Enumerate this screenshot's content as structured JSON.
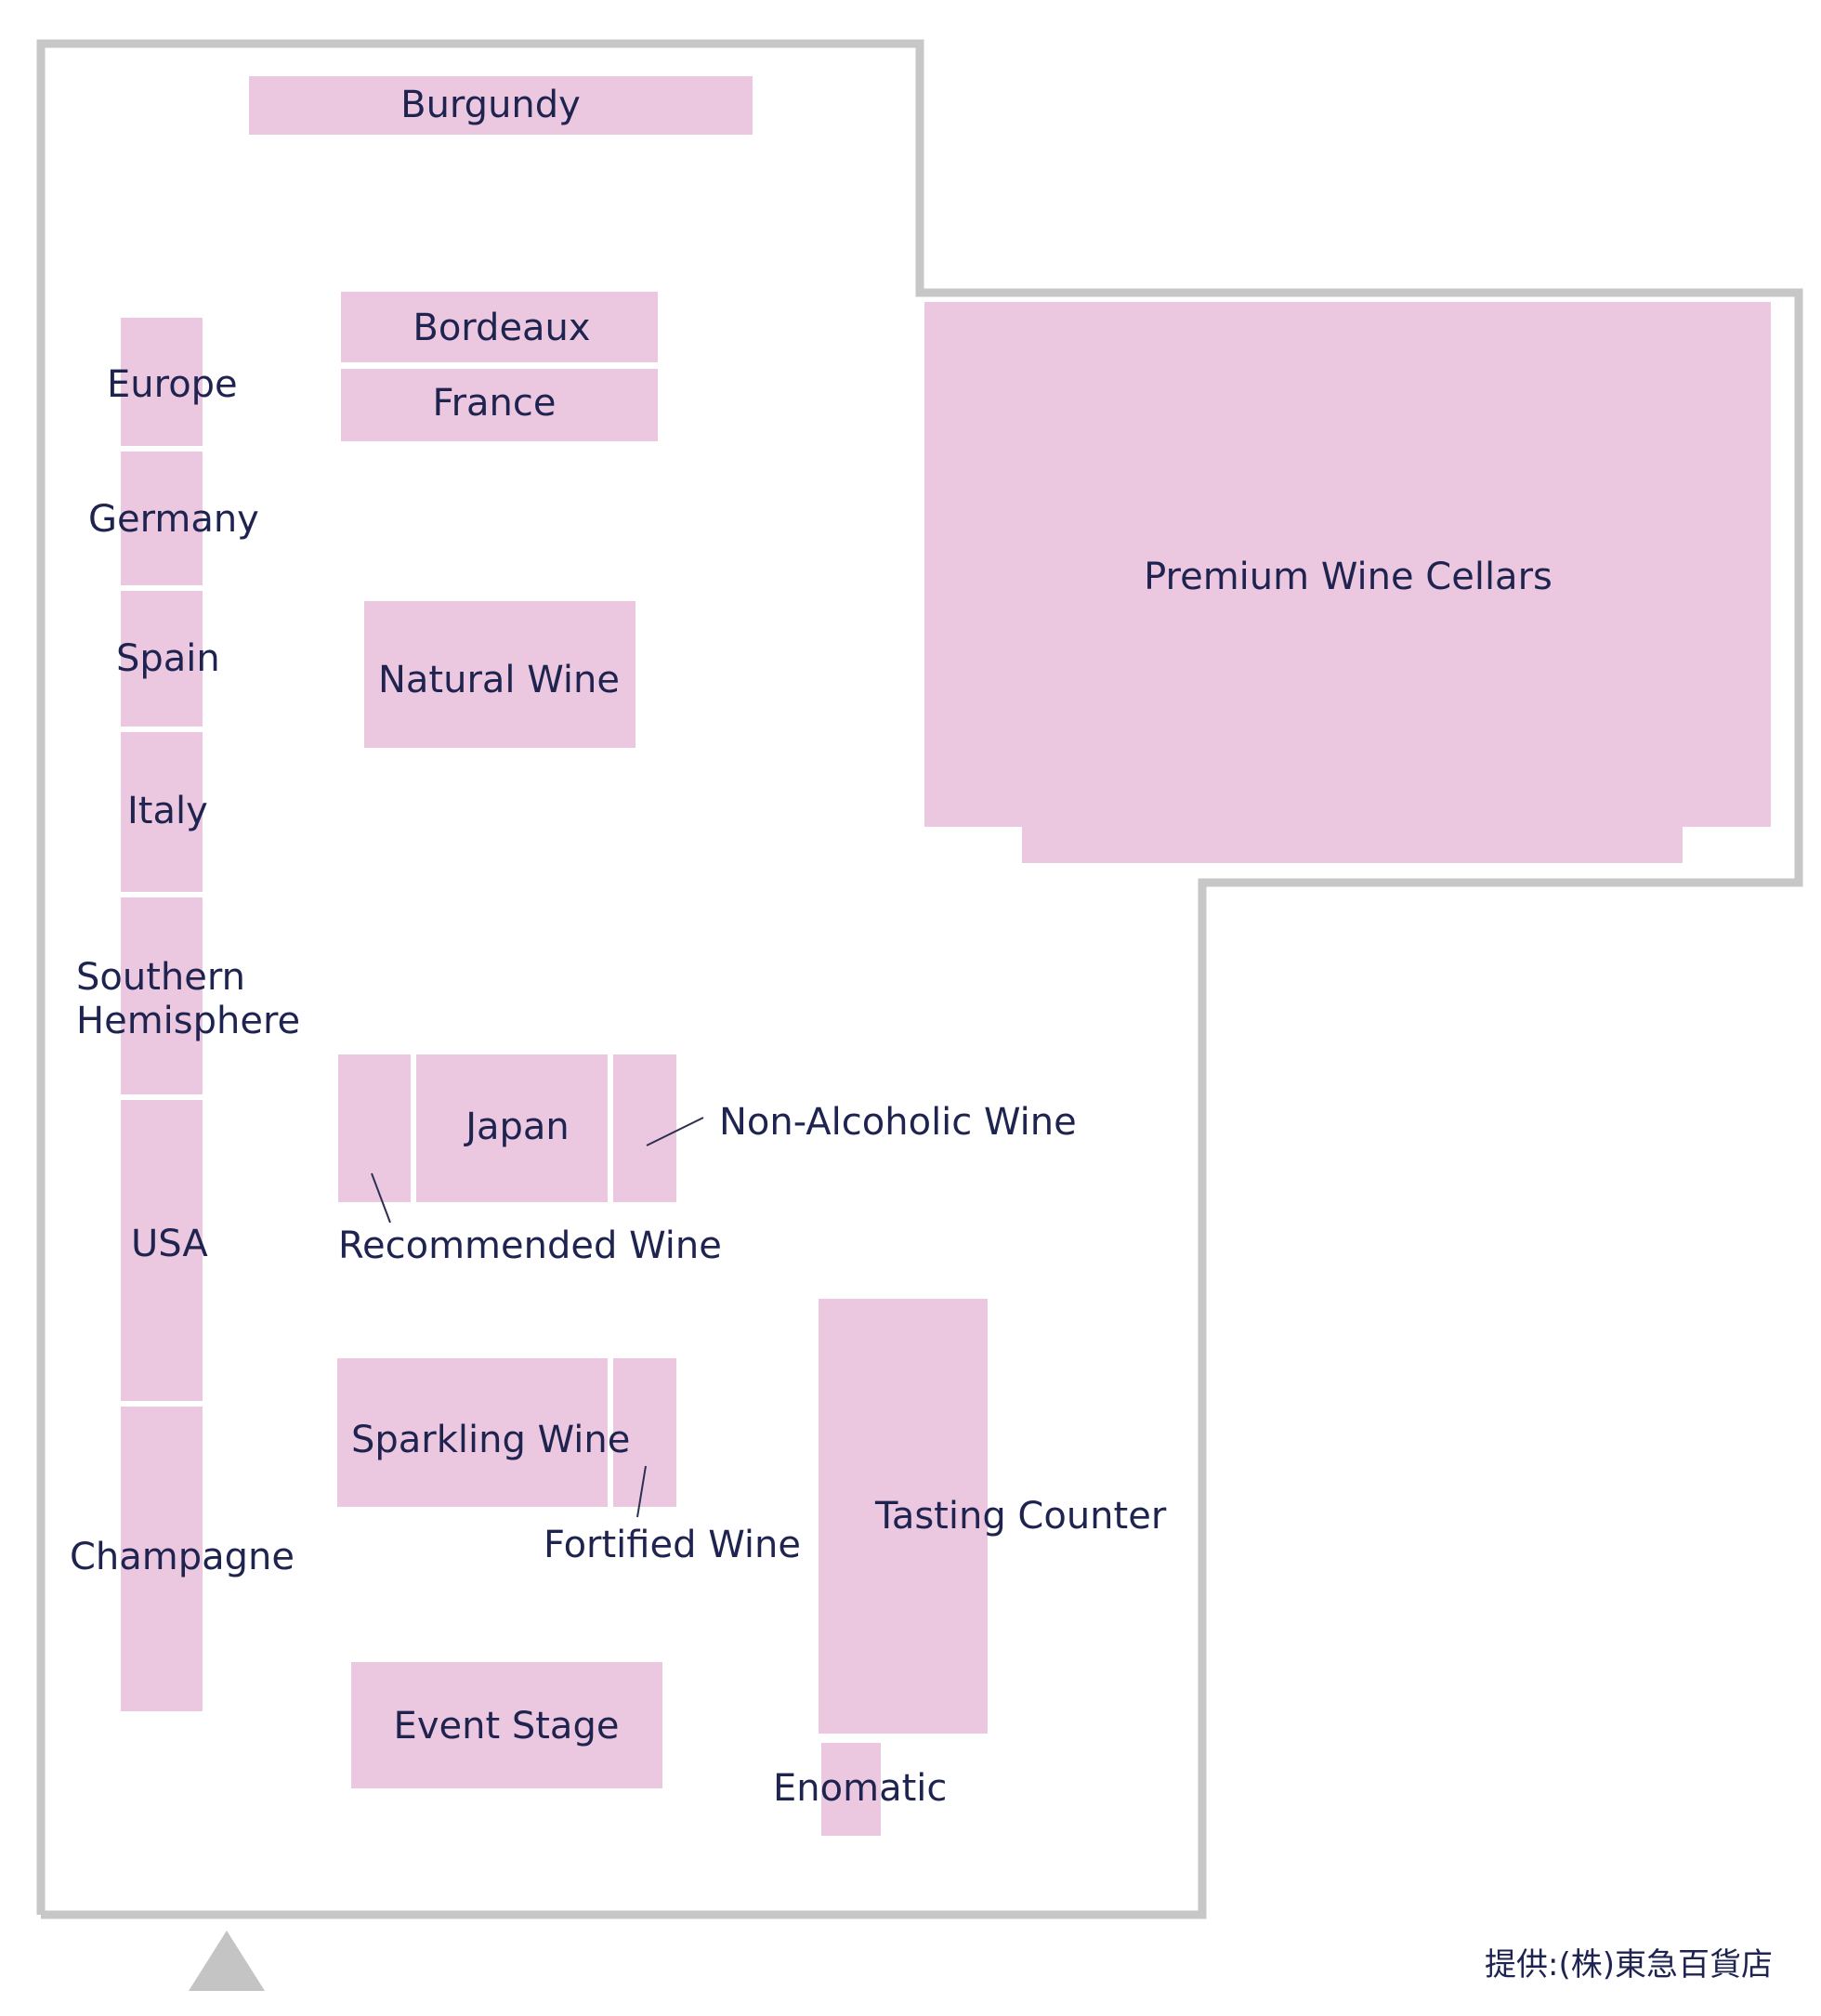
{
  "floor_plan": {
    "zones": {
      "burgundy": "Burgundy",
      "bordeaux": "Bordeaux",
      "france": "France",
      "natural_wine": "Natural Wine",
      "premium_wine_cellars": "Premium Wine Cellars",
      "europe": "Europe",
      "germany": "Germany",
      "spain": "Spain",
      "italy": "Italy",
      "southern_hemisphere_line1": "Southern",
      "southern_hemisphere_line2": "Hemisphere",
      "usa": "USA",
      "champagne": "Champagne",
      "japan": "Japan",
      "non_alcoholic_wine": "Non-Alcoholic Wine",
      "recommended_wine": "Recommended Wine",
      "sparkling_wine": "Sparkling Wine",
      "fortified_wine": "Fortified Wine",
      "tasting_counter": "Tasting Counter",
      "event_stage": "Event Stage",
      "enomatic": "Enomatic"
    },
    "credit": "提供:(株)東急百貨店",
    "entrance_icon": "triangle-up-icon",
    "colors": {
      "zone_fill": "#ebc8df",
      "wall": "#c7c7c7",
      "text": "#1f2350"
    }
  }
}
